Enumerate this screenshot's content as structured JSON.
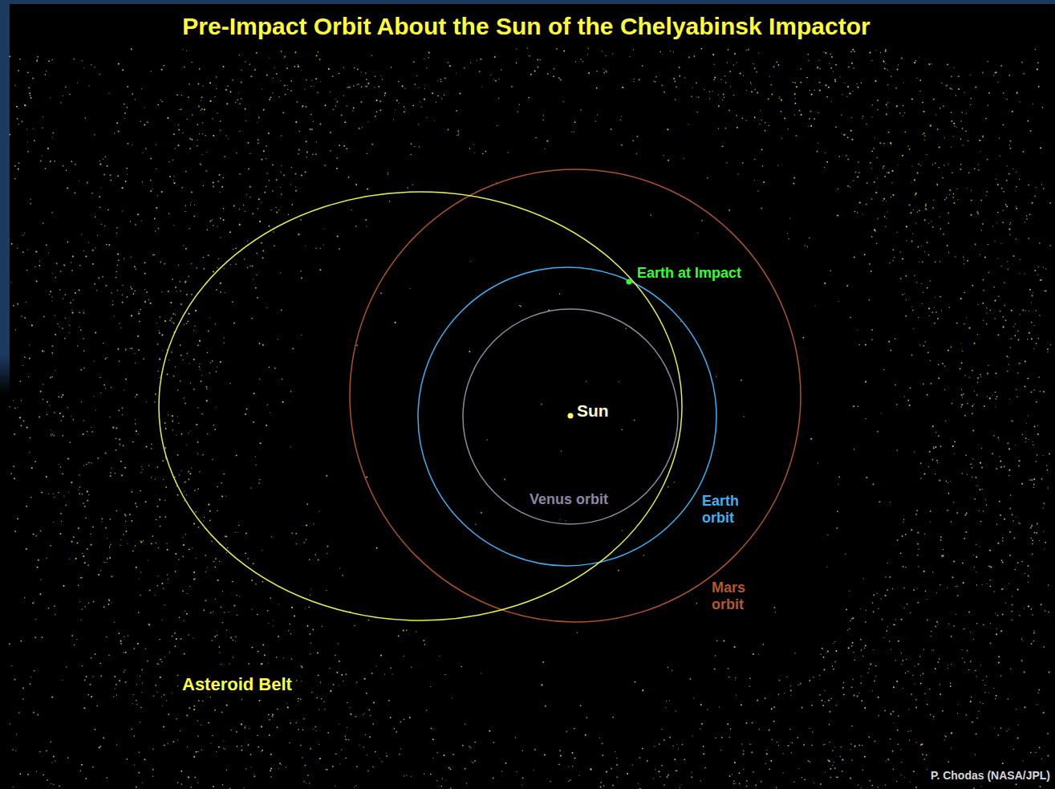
{
  "diagram": {
    "title": "Pre-Impact Orbit About the Sun of the Chelyabinsk Impactor",
    "labels": [
      "Earth at Impact",
      "Sun",
      "Venus orbit",
      "Earth orbit",
      "Mars orbit",
      "Asteroid Belt",
      "P. Chodas (NASA/JPL)"
    ]
  }
}
